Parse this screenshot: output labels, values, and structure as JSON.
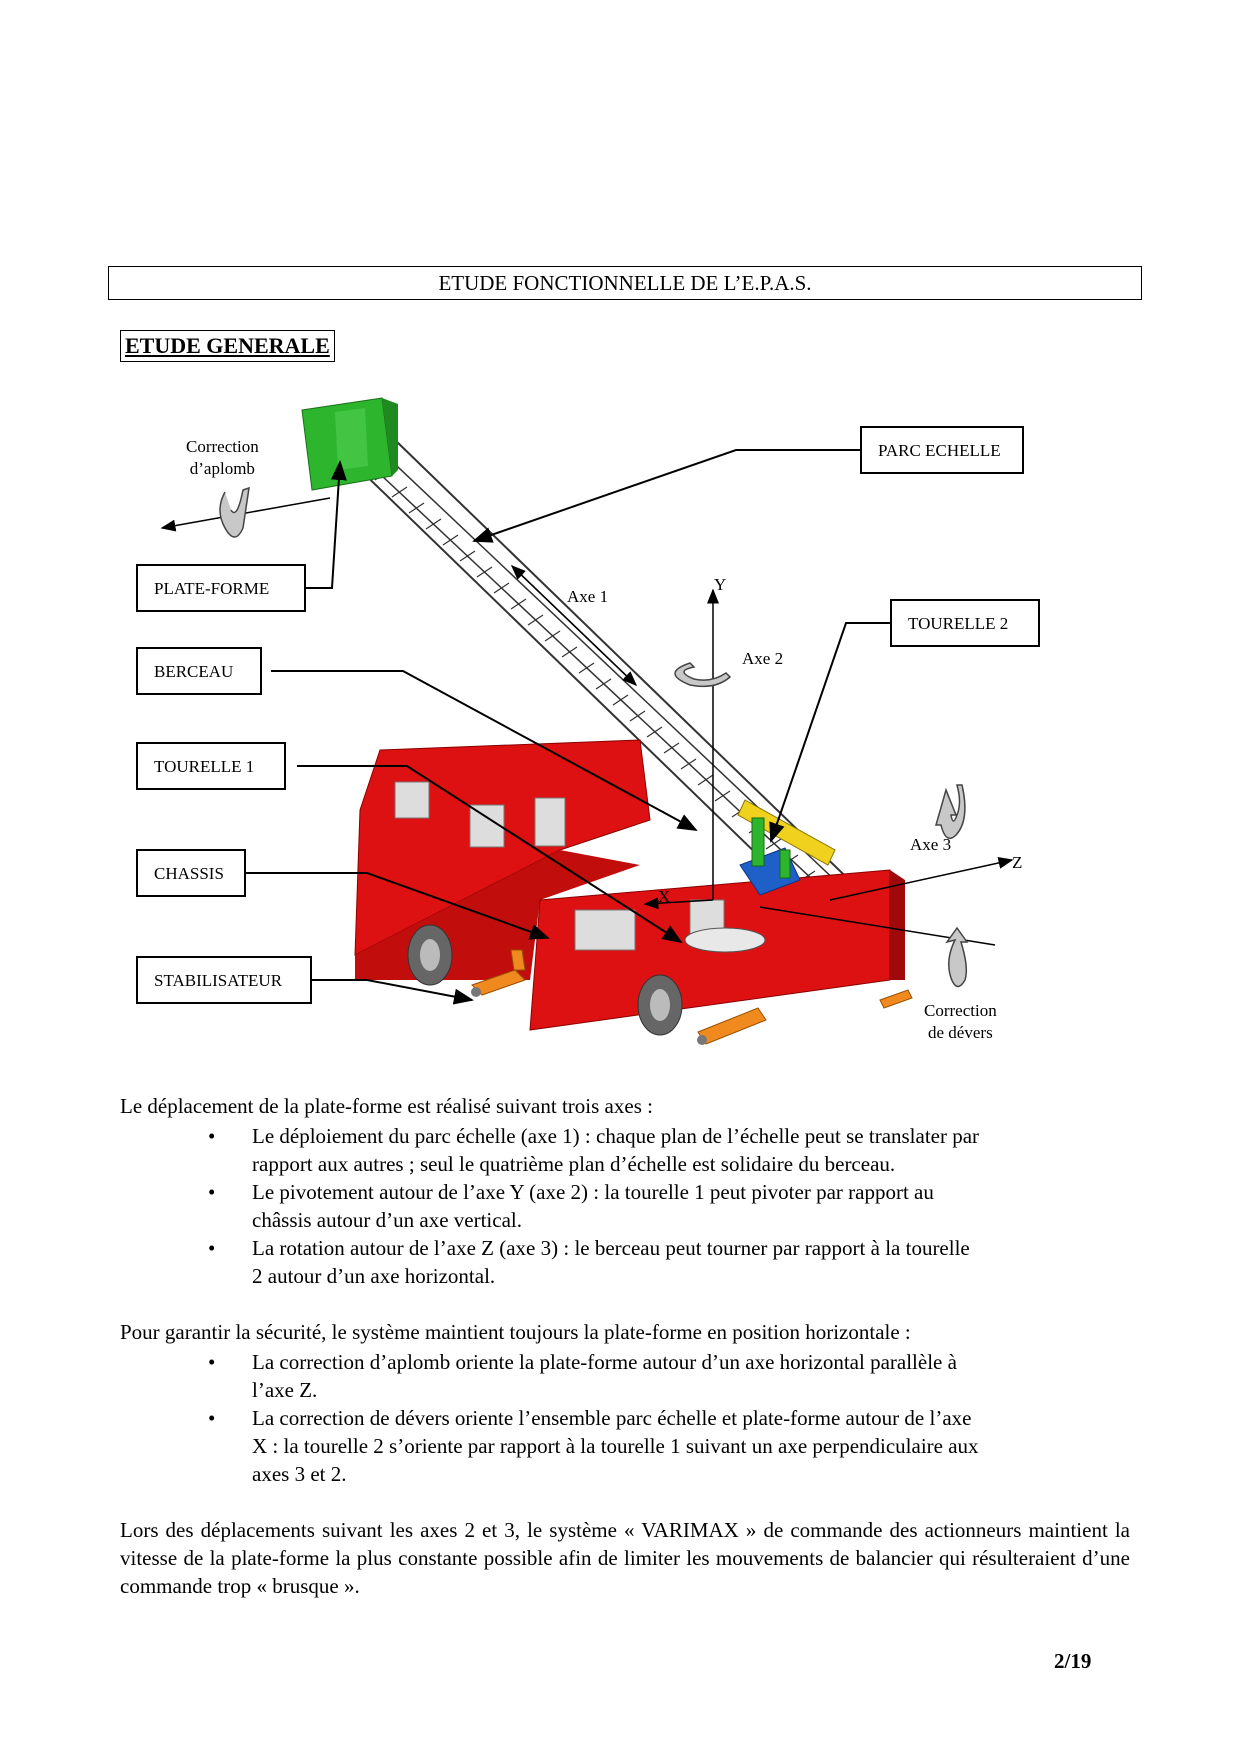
{
  "header": {
    "title": "ETUDE FONCTIONNELLE DE L’E.P.A.S."
  },
  "section": {
    "title": "ETUDE GENERALE"
  },
  "figure": {
    "labels": {
      "parc_echelle": "PARC ECHELLE",
      "plate_forme": "PLATE-FORME",
      "tourelle2": "TOURELLE 2",
      "berceau": "BERCEAU",
      "tourelle1": "TOURELLE 1",
      "chassis": "CHASSIS",
      "stabilisateur": "STABILISATEUR"
    },
    "annotations": {
      "correction_aplomb_line1": "Correction",
      "correction_aplomb_line2": "d’aplomb",
      "axe1": "Axe 1",
      "axe2": "Axe 2",
      "axe3": "Axe 3",
      "axis_y": "Y",
      "axis_x": "X",
      "axis_z": "Z",
      "correction_devers_line1": "Correction",
      "correction_devers_line2": "de dévers"
    },
    "colors": {
      "platform": "#2db52d",
      "truck": "#dd1111",
      "stabilizer": "#f08a1e",
      "tourelle": "#1e5fc8",
      "berceau": "#f0d21e"
    }
  },
  "body": {
    "para1": "Le déplacement de la plate-forme est réalisé suivant trois axes :",
    "bullets1": [
      {
        "line1": "Le déploiement du parc échelle (axe 1) : chaque plan de l’échelle peut se translater par",
        "line2": "rapport aux autres ; seul le quatrième plan d’échelle est solidaire du berceau."
      },
      {
        "line1": "Le pivotement autour de l’axe Y (axe 2) : la tourelle 1 peut pivoter par rapport au",
        "line2": "châssis autour d’un axe vertical."
      },
      {
        "line1": "La rotation autour de l’axe Z (axe 3) : le berceau peut tourner par rapport à la tourelle",
        "line2": "2 autour d’un axe horizontal."
      }
    ],
    "para2": "Pour garantir la sécurité, le système maintient toujours la plate-forme en position horizontale :",
    "bullets2": [
      {
        "line1": "La correction d’aplomb oriente la plate-forme autour d’un axe horizontal parallèle à",
        "line2": "l’axe Z.",
        "line3": ""
      },
      {
        "line1": "La correction de dévers oriente l’ensemble parc échelle et plate-forme autour de l’axe",
        "line2": "X : la tourelle 2 s’oriente par rapport à la tourelle 1 suivant un axe perpendiculaire aux",
        "line3": "axes 3 et 2."
      }
    ],
    "para3": "Lors des déplacements suivant les axes 2 et 3, le système « VARIMAX » de commande des actionneurs maintient la vitesse de la plate-forme la plus constante possible afin de limiter les mouvements de balancier qui résulteraient d’une commande trop « brusque »."
  },
  "footer": {
    "page": "2/19"
  }
}
